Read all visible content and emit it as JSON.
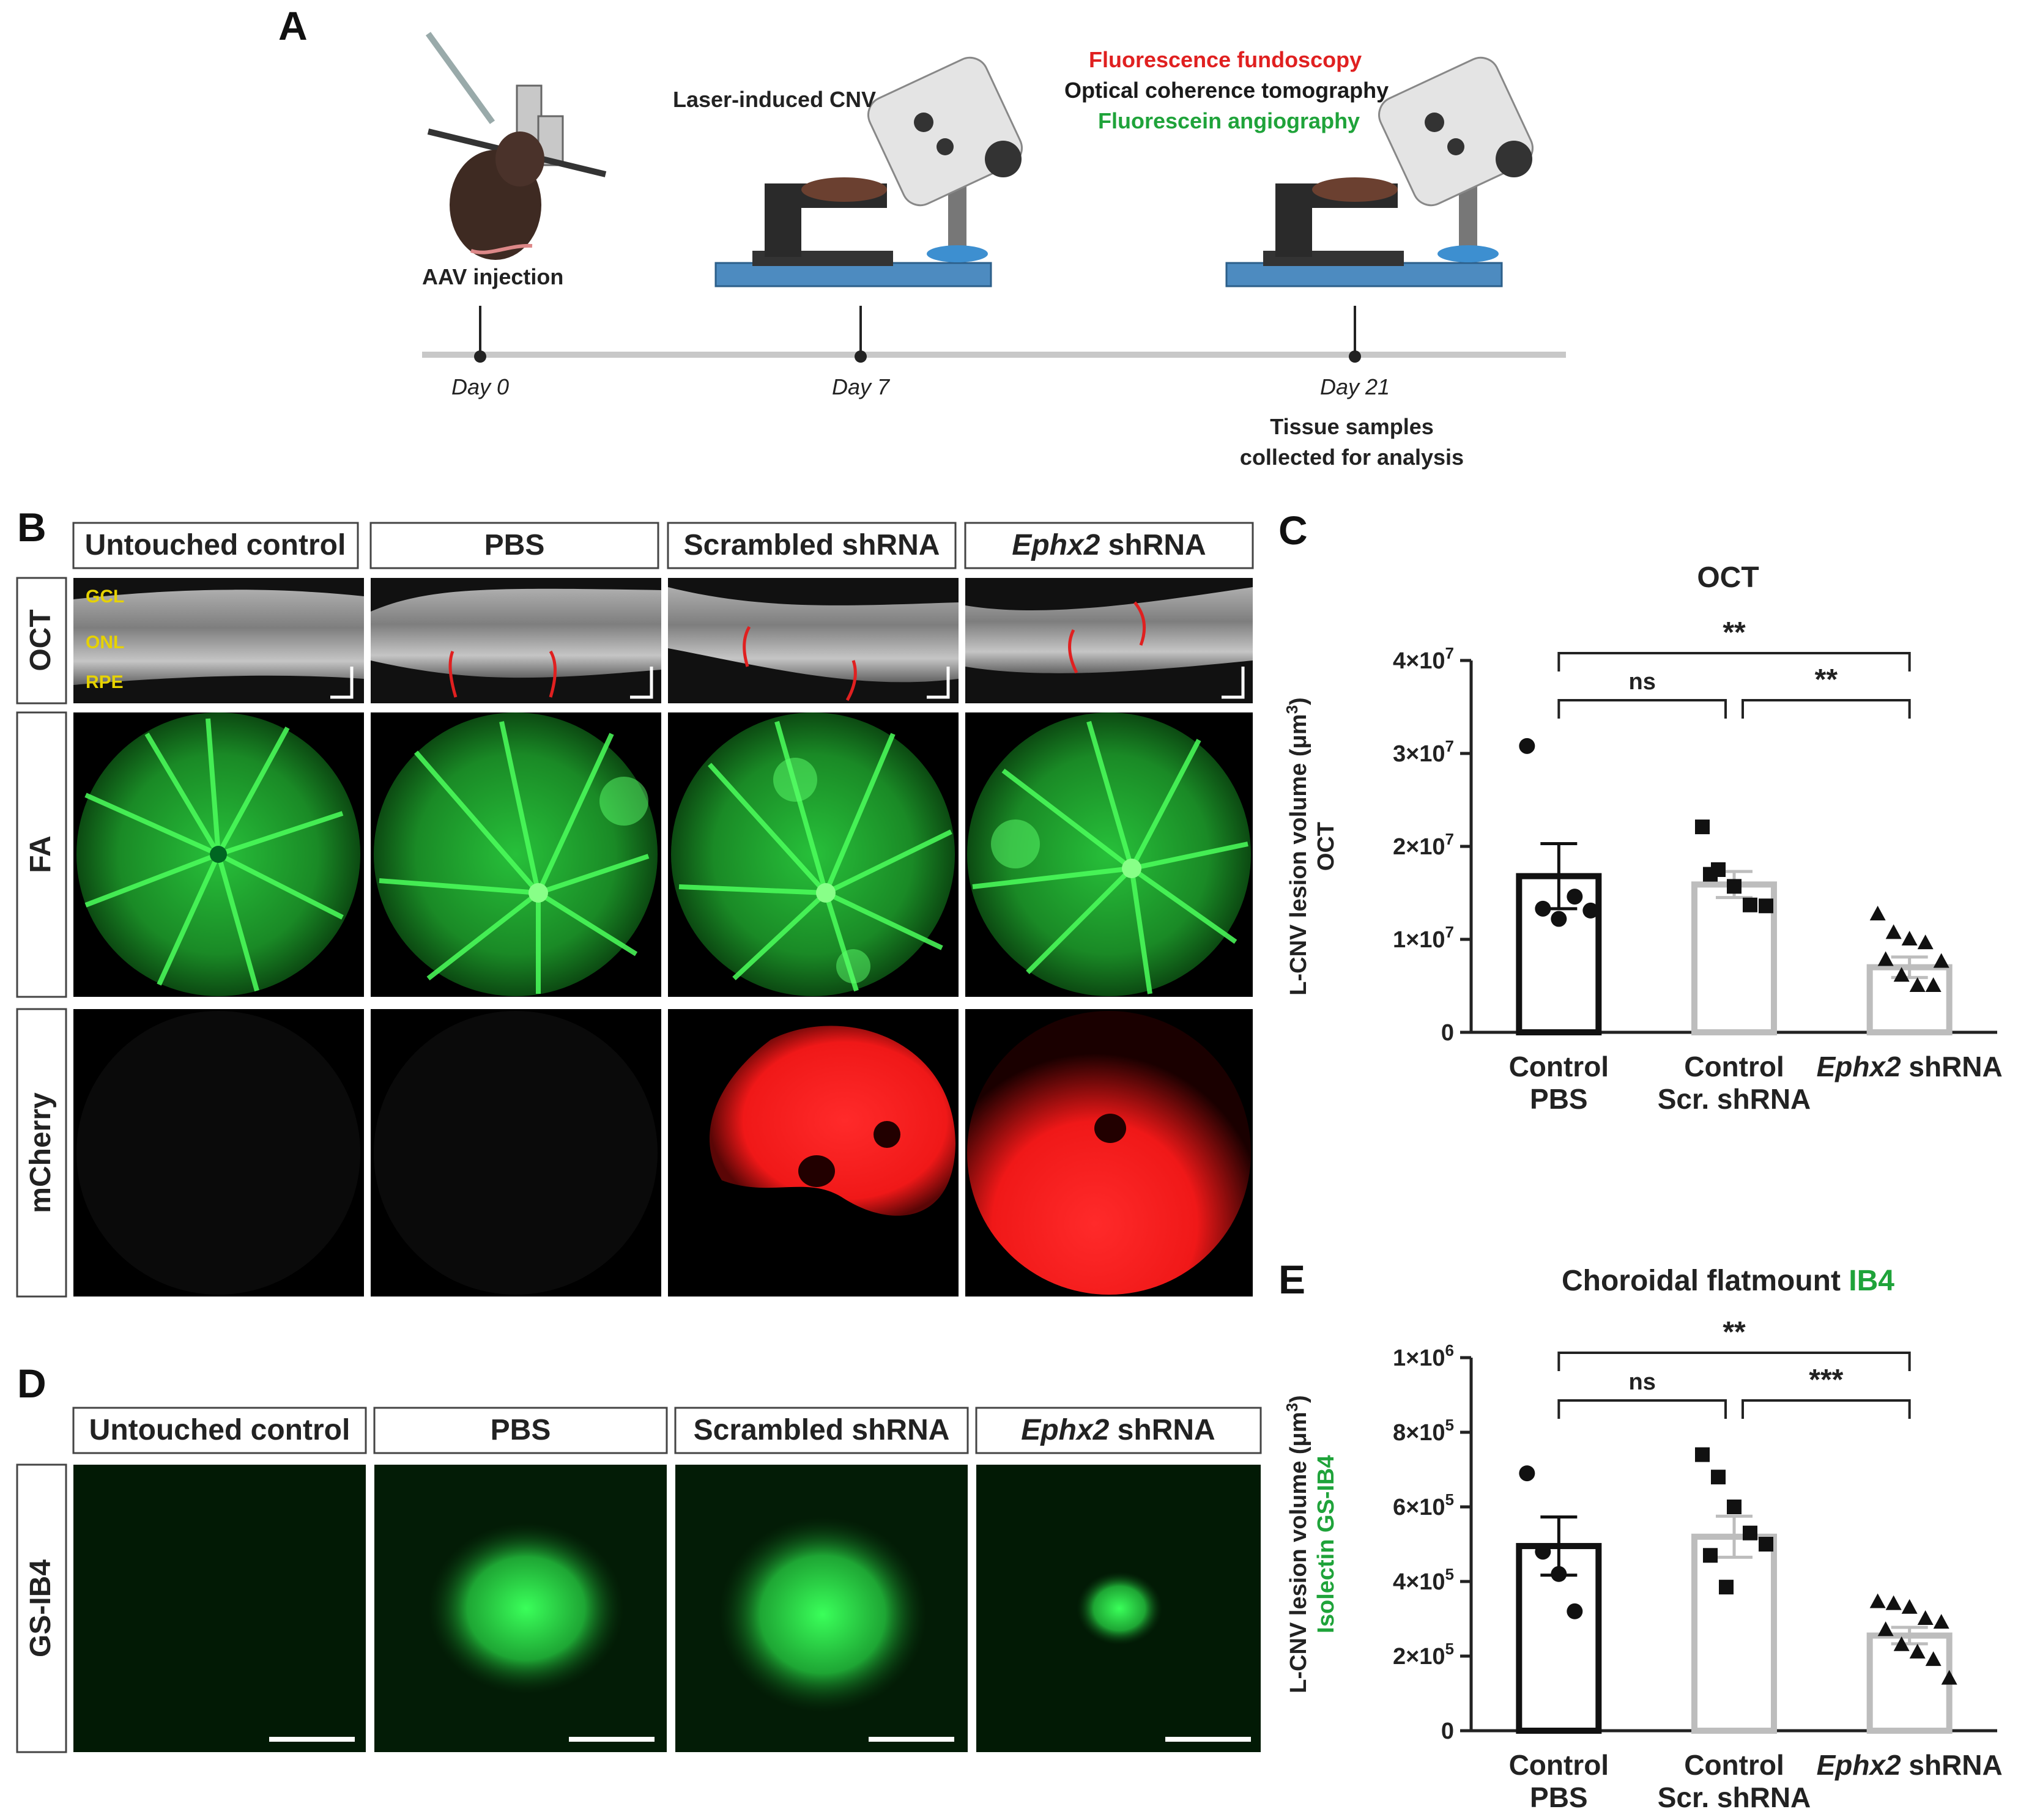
{
  "panel_labels": {
    "a": "A",
    "b": "B",
    "c": "C",
    "d": "D",
    "e": "E"
  },
  "timeline": {
    "events": [
      {
        "day": "Day 0",
        "label": "AAV  injection"
      },
      {
        "day": "Day 7",
        "label": "Laser-induced CNV"
      },
      {
        "day": "Day 21",
        "label_lines": [
          "Tissue samples",
          "collected for analysis"
        ]
      }
    ],
    "imaging": [
      {
        "text": "Fluorescence fundoscopy",
        "color": "#e02020"
      },
      {
        "text": "Optical coherence tomography",
        "color": "#1a1a1a"
      },
      {
        "text": "Fluorescein angiography",
        "color": "#1fa33a"
      }
    ]
  },
  "group_headers": {
    "untouched": "Untouched control",
    "pbs": "PBS",
    "scrambled": "Scrambled shRNA",
    "ephx2_italic": "Ephx2",
    "ephx2_rest": " shRNA"
  },
  "row_labels": {
    "oct": "OCT",
    "fa": "FA",
    "mcherry": "mCherry",
    "gsib4": "GS-IB4"
  },
  "layer_labels": [
    "GCL",
    "ONL",
    "RPE"
  ],
  "colors": {
    "green_fa": "#2bd42b",
    "red_mcherry": "#ff2020",
    "green_label": "#1fa33a",
    "red_label": "#e02020",
    "layer_yellow": "#e6d200",
    "bar_black": "#111111",
    "bar_grey": "#bdbdbd"
  },
  "chart_data": [
    {
      "id": "C",
      "type": "bar",
      "title": "OCT",
      "ylabel": "L-CNV lesion volume (μm³) OCT",
      "ylabel_line1": "L-CNV lesion volume (μm",
      "ylabel_sup": "3",
      "ylabel_close": ")",
      "ylabel_line2": "OCT",
      "ylim": [
        0,
        40000000
      ],
      "yticks": [
        {
          "value": 0,
          "label": "0"
        },
        {
          "value": 10000000,
          "base": "1×10",
          "exp": "7"
        },
        {
          "value": 20000000,
          "base": "2×10",
          "exp": "7"
        },
        {
          "value": 30000000,
          "base": "3×10",
          "exp": "7"
        },
        {
          "value": 40000000,
          "base": "4×10",
          "exp": "7"
        }
      ],
      "categories": [
        {
          "line1": "Control",
          "line2": "PBS"
        },
        {
          "line1": "Control",
          "line2": "Scr. shRNA"
        },
        {
          "line1_italic": "Ephx2",
          "line1_rest": " shRNA"
        }
      ],
      "values": [
        16800000,
        15900000,
        7000000
      ],
      "sem": [
        3500000,
        1400000,
        1100000
      ],
      "points": [
        [
          30800000,
          13300000,
          12200000,
          14600000,
          13100000
        ],
        [
          22100000,
          17500000,
          15700000,
          13700000,
          13600000,
          17000000
        ],
        [
          12700000,
          10700000,
          10000000,
          9600000,
          7600000,
          7800000,
          6100000,
          5000000,
          5000000
        ]
      ],
      "markers": [
        "circle",
        "square",
        "triangle"
      ],
      "significance": [
        {
          "from": 0,
          "to": 1,
          "label": "ns"
        },
        {
          "from": 1,
          "to": 2,
          "label": "**"
        },
        {
          "from": 0,
          "to": 2,
          "label": "**"
        }
      ]
    },
    {
      "id": "E",
      "type": "bar",
      "title_part1": "Choroidal flatmount ",
      "title_part2": "IB4",
      "ylabel": "L-CNV lesion volume (μm³) Isolectin GS-IB4",
      "ylabel_line1": "L-CNV lesion volume (μm",
      "ylabel_sup": "3",
      "ylabel_close": ")",
      "ylabel_line2": "Isolectin GS-IB4",
      "ylim": [
        0,
        1000000
      ],
      "yticks": [
        {
          "value": 0,
          "label": "0"
        },
        {
          "value": 200000,
          "base": "2×10",
          "exp": "5"
        },
        {
          "value": 400000,
          "base": "4×10",
          "exp": "5"
        },
        {
          "value": 600000,
          "base": "6×10",
          "exp": "5"
        },
        {
          "value": 800000,
          "base": "8×10",
          "exp": "5"
        },
        {
          "value": 1000000,
          "base": "1×10",
          "exp": "6"
        }
      ],
      "categories": [
        {
          "line1": "Control",
          "line2": "PBS"
        },
        {
          "line1": "Control",
          "line2": "Scr. shRNA"
        },
        {
          "line1_italic": "Ephx2",
          "line1_rest": " shRNA"
        }
      ],
      "values": [
        495000,
        520000,
        255000
      ],
      "sem": [
        78000,
        55000,
        22000
      ],
      "points": [
        [
          690000,
          480000,
          420000,
          320000
        ],
        [
          740000,
          680000,
          600000,
          530000,
          500000,
          470000,
          385000
        ],
        [
          345000,
          340000,
          330000,
          300000,
          290000,
          270000,
          230000,
          210000,
          190000,
          140000
        ]
      ],
      "markers": [
        "circle",
        "square",
        "triangle"
      ],
      "significance": [
        {
          "from": 0,
          "to": 1,
          "label": "ns"
        },
        {
          "from": 1,
          "to": 2,
          "label": "***"
        },
        {
          "from": 0,
          "to": 2,
          "label": "**"
        }
      ]
    }
  ]
}
